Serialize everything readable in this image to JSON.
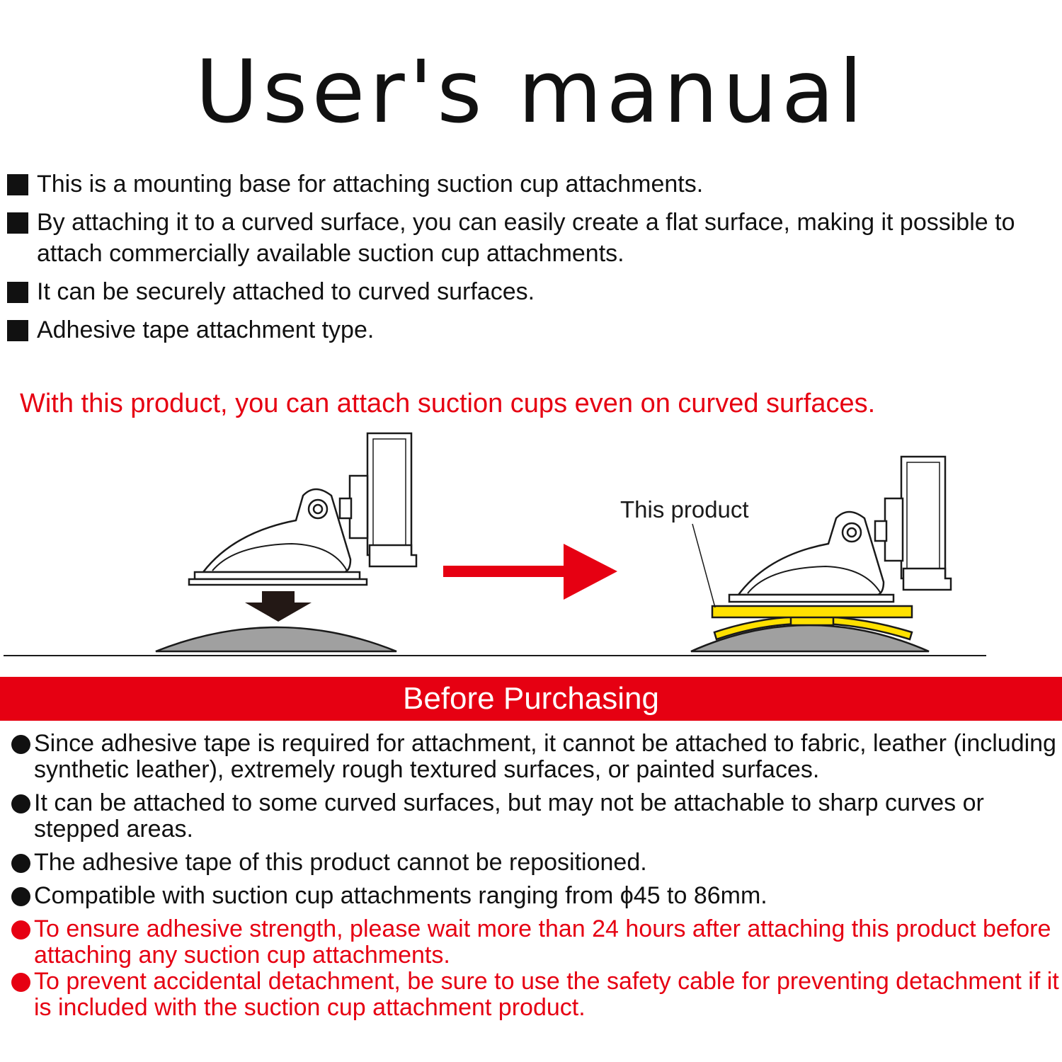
{
  "title": "User's manual",
  "features": [
    "This is a mounting base for attaching suction cup attachments.",
    "By attaching it to a curved surface, you can easily create a flat surface, making it possible to attach commercially available suction cup attachments.",
    "It can be securely attached to curved surfaces.",
    "Adhesive tape attachment type."
  ],
  "tagline": "With this product, you can attach suction cups even on curved surfaces.",
  "diagram": {
    "product_label": "This product",
    "colors": {
      "accent": "#e60012",
      "product": "#ffe100",
      "surface": "#a0a0a0",
      "outline": "#1a1a1a"
    },
    "icons": [
      "down-arrow-icon",
      "right-arrow-icon"
    ]
  },
  "banner": "Before Purchasing",
  "notes": [
    {
      "text": "Since adhesive tape is required for attachment, it cannot be attached to fabric, leather (including synthetic leather), extremely rough textured surfaces, or painted surfaces.",
      "warning": false
    },
    {
      "text": "It can be attached to some curved surfaces, but may not be attachable to sharp curves or stepped areas.",
      "warning": false
    },
    {
      "text": "The adhesive tape of this product cannot be repositioned.",
      "warning": false
    },
    {
      "text": "Compatible with suction cup attachments ranging from ϕ45 to 86mm.",
      "warning": false
    },
    {
      "text": "To ensure adhesive strength, please wait more than 24 hours after attaching this product before attaching any suction cup attachments.",
      "warning": true
    },
    {
      "text": "To prevent accidental detachment, be sure to use the safety cable for preventing detachment if it is included with the suction cup attachment product.",
      "warning": true
    }
  ]
}
